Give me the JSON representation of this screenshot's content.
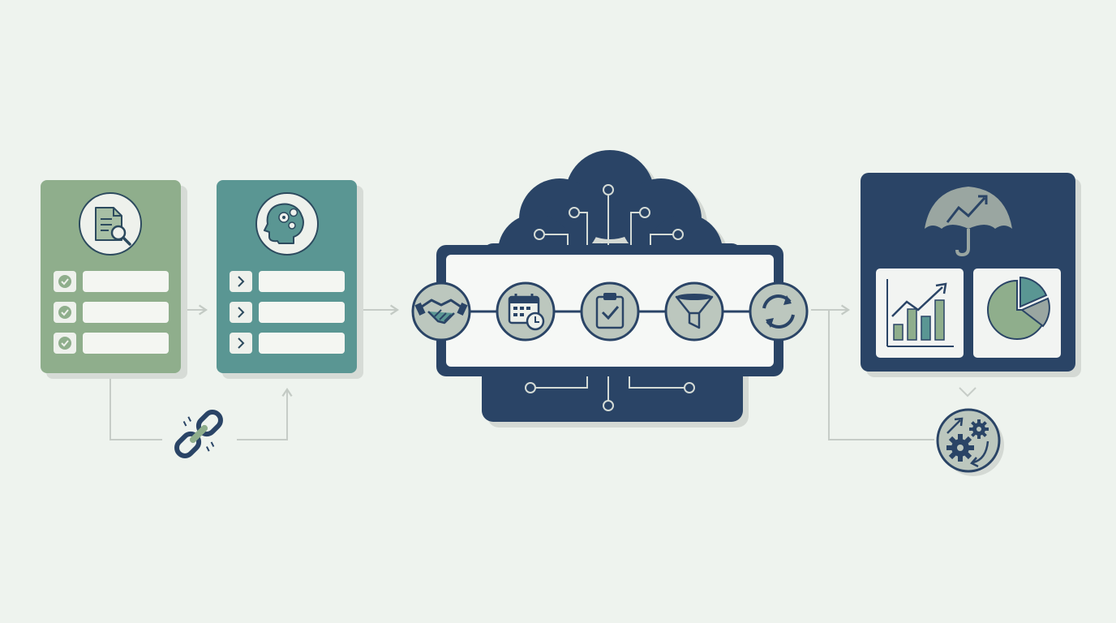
{
  "colors": {
    "background": "#eef3ee",
    "sage_green": "#8fae8c",
    "teal": "#5a9693",
    "navy": "#2a4466",
    "icon_gray": "#bcc7be",
    "icon_gray_light": "#e8ece8",
    "bar_white": "#f6f8f6",
    "connector": "#c9cfca",
    "shadow": "#d4d9d4"
  },
  "cards": [
    {
      "name": "document-review-card",
      "icon": "document-search-icon",
      "row_marker": "checkmark-icon",
      "rows": 3
    },
    {
      "name": "ai-analysis-card",
      "icon": "brain-gears-head-icon",
      "row_marker": "chevron-right-icon",
      "rows": 3
    }
  ],
  "links": {
    "icon": "broken-chain-link-icon"
  },
  "process_nodes": [
    {
      "name": "handshake-icon"
    },
    {
      "name": "calendar-clock-icon"
    },
    {
      "name": "clipboard-check-icon"
    },
    {
      "name": "filter-funnel-icon"
    },
    {
      "name": "refresh-cycle-icon"
    }
  ],
  "cloud": {
    "name": "circuit-cloud"
  },
  "dashboard": {
    "header_icon": "umbrella-growth-icon",
    "panels": [
      {
        "name": "bar-chart-growth-panel",
        "icon": "bar-chart-trend-icon"
      },
      {
        "name": "pie-chart-panel",
        "icon": "pie-chart-icon"
      }
    ]
  },
  "automation": {
    "icon": "gears-cycle-icon"
  }
}
